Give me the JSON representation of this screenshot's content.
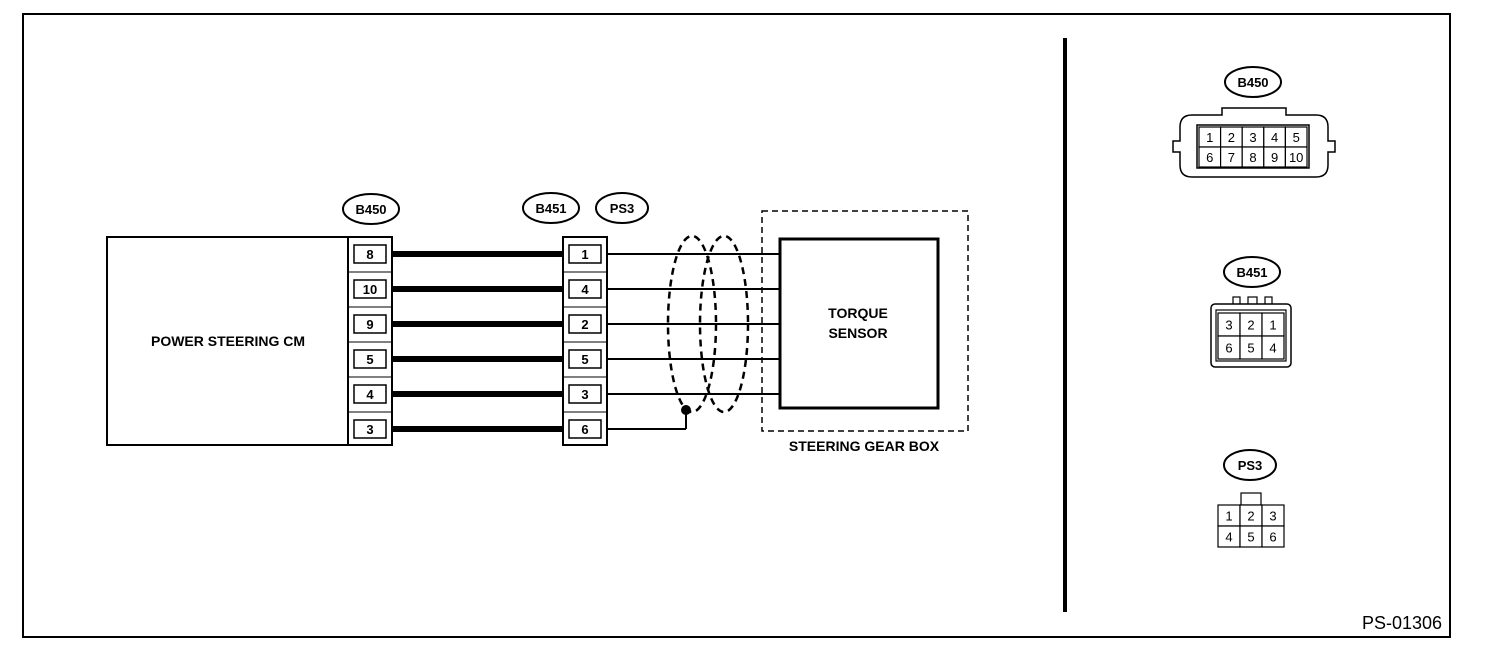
{
  "diagram": {
    "figure_id": "PS-01306",
    "cm_label": "POWER STEERING CM",
    "sensor_label_line1": "TORQUE",
    "sensor_label_line2": "SENSOR",
    "gearbox_label": "STEERING GEAR BOX",
    "connectors": {
      "b450": "B450",
      "b451": "B451",
      "ps3": "PS3"
    },
    "cm_pins": [
      "8",
      "10",
      "9",
      "5",
      "4",
      "3"
    ],
    "b451_pins": [
      "1",
      "4",
      "2",
      "5",
      "3",
      "6"
    ]
  },
  "connector_views": {
    "b450": {
      "label": "B450",
      "row1": [
        "1",
        "2",
        "3",
        "4",
        "5"
      ],
      "row2": [
        "6",
        "7",
        "8",
        "9",
        "10"
      ]
    },
    "b451": {
      "label": "B451",
      "row1": [
        "3",
        "2",
        "1"
      ],
      "row2": [
        "6",
        "5",
        "4"
      ]
    },
    "ps3": {
      "label": "PS3",
      "row1": [
        "1",
        "2",
        "3"
      ],
      "row2": [
        "4",
        "5",
        "6"
      ]
    }
  }
}
